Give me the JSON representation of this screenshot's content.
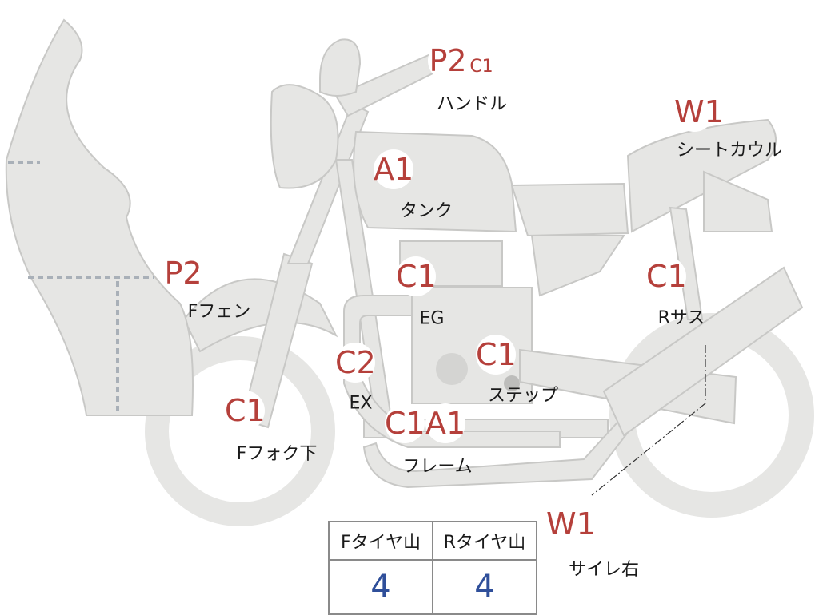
{
  "parts": [
    {
      "grade": "P2",
      "grade2": "C1",
      "label": "ハンドル"
    },
    {
      "grade": "W1",
      "label": "シートカウル"
    },
    {
      "grade": "A1",
      "label": "タンク"
    },
    {
      "grade": "P2",
      "label": "Fフェン"
    },
    {
      "grade": "C1",
      "label": "EG"
    },
    {
      "grade": "C1",
      "label": "Rサス"
    },
    {
      "grade": "C2",
      "label": "EX"
    },
    {
      "grade": "C1",
      "label": "ステップ"
    },
    {
      "grade": "C1",
      "label": "Fフォク下"
    },
    {
      "grade": "C1",
      "grade2": "A1",
      "label": "フレーム"
    },
    {
      "grade": "W1",
      "label": "サイレ右"
    }
  ],
  "tire_table": {
    "headers": [
      "Fタイヤ山",
      "Rタイヤ山"
    ],
    "values": [
      "4",
      "4"
    ]
  },
  "colors": {
    "part_fill": "#e6e6e4",
    "part_stroke": "#c8c8c6",
    "grade_text": "#b5403b",
    "value_text": "#2f4f9a"
  }
}
